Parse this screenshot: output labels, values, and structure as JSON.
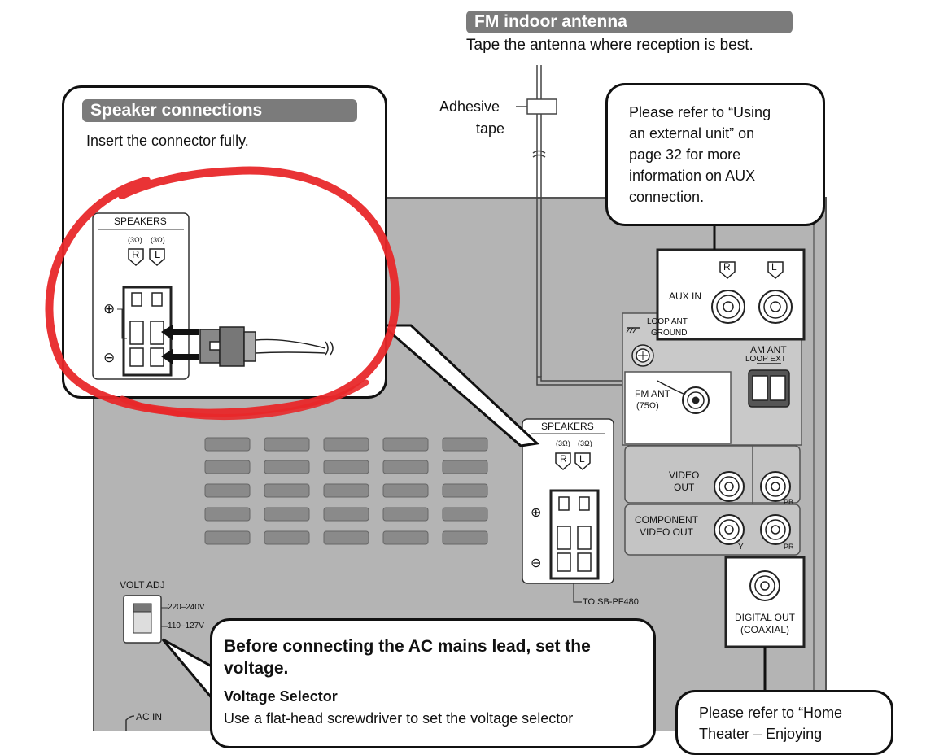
{
  "fm_section": {
    "title": "FM indoor antenna",
    "desc": "Tape the antenna where reception is best.",
    "adhesive_line1": "Adhesive",
    "adhesive_line2": "tape"
  },
  "speaker_callout": {
    "title": "Speaker connections",
    "desc": "Insert the connector fully."
  },
  "aux_callout": {
    "lines": [
      "Please refer to “Using",
      "an external unit” on",
      "page 32 for more",
      "information on AUX",
      "connection."
    ]
  },
  "voltage_callout": {
    "heading_line1": "Before connecting the AC mains lead, set the",
    "heading_line2": "voltage.",
    "subheading": "Voltage Selector",
    "body": "Use a flat-head screwdriver to set the voltage selector"
  },
  "home_theater_callout": {
    "line1": "Please refer to “Home",
    "line2": "Theater – Enjoying"
  },
  "panel_labels": {
    "speakers": "SPEAKERS",
    "ohm_r": "(3Ω)",
    "ohm_l": "(3Ω)",
    "r": "R",
    "l": "L",
    "plus": "⊕",
    "minus": "⊖",
    "to_sb": "TO SB-PF480",
    "aux_in": "AUX IN",
    "loop_ant_ground_1": "LOOP ANT",
    "loop_ant_ground_2": "GROUND",
    "am_ant": "AM ANT",
    "loop_ext": "LOOP  EXT",
    "fm_ant": "FM ANT",
    "fm_ohm": "(75Ω)",
    "video_out_1": "VIDEO",
    "video_out_2": "OUT",
    "component_1": "COMPONENT",
    "component_2": "VIDEO OUT",
    "pb": "PB",
    "pr": "PR",
    "y": "Y",
    "digital_out_1": "DIGITAL OUT",
    "digital_out_2": "(COAXIAL)",
    "volt_adj": "VOLT  ADJ",
    "v220": "220–240V",
    "v110": "110–127V",
    "ac_in": "AC IN"
  },
  "colors": {
    "panel": "#b4b4b4",
    "pill": "#7b7b7b",
    "highlight": "#e8282a"
  }
}
